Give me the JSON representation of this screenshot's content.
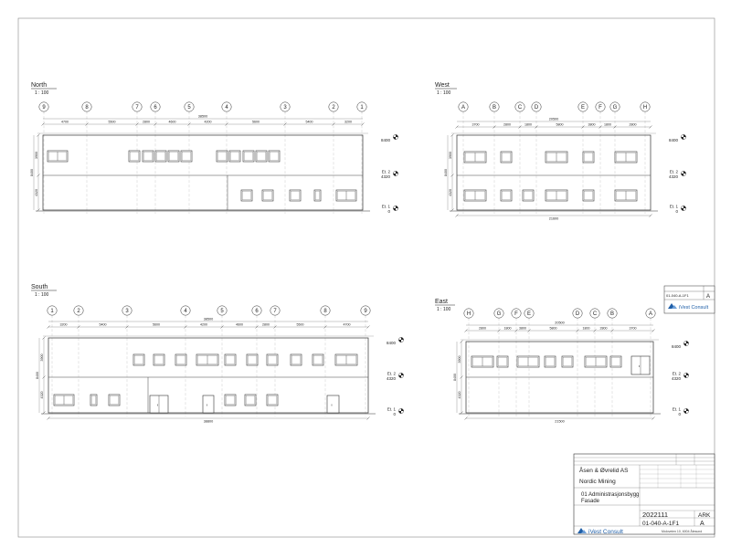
{
  "views": {
    "north": {
      "title": "North",
      "scale": "1 : 100",
      "grid_labels": [
        "9",
        "8",
        "7",
        "6",
        "5",
        "4",
        "3",
        "2",
        "1"
      ],
      "dim_total": "38500",
      "dim_segments": [
        "4700",
        "5500",
        "2800",
        "4600",
        "4200",
        "5600",
        "5400",
        "3200"
      ],
      "height_total": "8400",
      "height_upper": "3900",
      "height_lower": "4320"
    },
    "west": {
      "title": "West",
      "scale": "1 : 100",
      "grid_labels": [
        "A",
        "B",
        "C",
        "D",
        "E",
        "F",
        "G",
        "H"
      ],
      "dim_total": "20500",
      "dim_segments": [
        "3700",
        "2800",
        "1800",
        "5800",
        "3800",
        "1800",
        "2800"
      ],
      "bottom_total": "21600",
      "height_total": "8400",
      "height_upper": "3900",
      "height_lower": "4320"
    },
    "south": {
      "title": "South",
      "scale": "1 : 100",
      "grid_labels": [
        "1",
        "2",
        "3",
        "4",
        "5",
        "6",
        "7",
        "8",
        "9"
      ],
      "dim_total": "38500",
      "dim_segments": [
        "3200",
        "5400",
        "5600",
        "4200",
        "4600",
        "2800",
        "5500",
        "4700"
      ],
      "bottom_total": "38800",
      "height_total": "8400",
      "height_upper": "3900",
      "height_lower": "4320"
    },
    "east": {
      "title": "East",
      "scale": "1 : 100",
      "grid_labels": [
        "H",
        "G",
        "F",
        "E",
        "D",
        "C",
        "B",
        "A"
      ],
      "dim_total": "20500",
      "dim_segments": [
        "2800",
        "1800",
        "3800",
        "5800",
        "1800",
        "2800",
        "3700"
      ],
      "bottom_total": "21500",
      "height_total": "8400",
      "height_upper": "3900",
      "height_lower": "4320"
    }
  },
  "level_markers": {
    "roof": "8400",
    "el2_label": "Et. 2",
    "el2_value": "4320",
    "el1_label": "Et. 1",
    "el1_value": "0"
  },
  "title_block": {
    "client": "Åsen & Øvrelid AS",
    "project": "Nordic Mining",
    "title_line1": "01 Administrasjonsbygg",
    "title_line2": "Fasade",
    "project_number": "2022111",
    "discipline": "ARK",
    "drawing_number": "01-040-A-1F1",
    "revision": "A",
    "company": "iVest Consult",
    "footer_address": "Moloveien 10, 6004 Ålesund"
  },
  "rev_block": {
    "drawing_number": "01-040-A-1F1",
    "revision": "A",
    "company": "iVest Consult"
  },
  "colors": {
    "line": "#333333",
    "light": "#9a9a9a",
    "logo_blue": "#1f5fa8"
  }
}
